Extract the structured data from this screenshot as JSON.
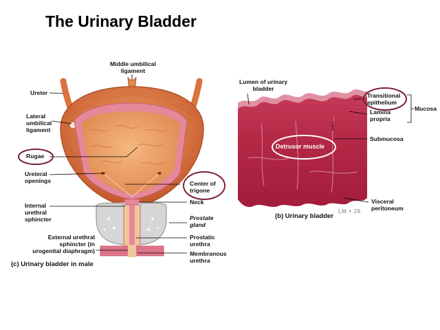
{
  "title": "The Urinary Bladder",
  "left_figure": {
    "labels": {
      "middle_umbilical_ligament": "Middle umbilical\nligament",
      "ureter": "Ureter",
      "lateral_umbilical_ligament": "Lateral\numbilical\nligament",
      "rugae": "Rugae",
      "ureteral_openings": "Ureteral\nopenings",
      "center_of_trigone": "Center of\ntrigone",
      "neck": "Neck",
      "internal_urethral_sphincter": "Internal\nurethral\nsphincter",
      "prostate_gland": "Prostate\ngland",
      "external_urethral_sphincter": "External urethral\nsphincter (in\nurogenital diaphragm)",
      "prostatic_urethra": "Prostatic\nurethra",
      "membranous_urethra": "Membranous\nurethra"
    },
    "caption": "(c) Urinary bladder in male"
  },
  "right_figure": {
    "labels": {
      "lumen": "Lumen of urinary\nbladder",
      "transitional_epithelium": "Transitional\nepithelium",
      "lamina_propria": "Lamina\npropria",
      "mucosa": "Mucosa",
      "submucosa": "Submucosa",
      "detrusor_muscle": "Detrusor muscle",
      "visceral_peritoneum": "Visceral\nperitoneum"
    },
    "caption": "(b) Urinary bladder",
    "magnification": "LM × 29"
  },
  "colors": {
    "highlight_ring": "#7a1f35",
    "bladder_wall": "#d9733f",
    "mucosa_pink": "#e5889a",
    "lumen_fill": "#eda36b",
    "histology_red": "#b82a45",
    "prostate": "#d6d6d6",
    "sphincter": "#e0788c"
  }
}
